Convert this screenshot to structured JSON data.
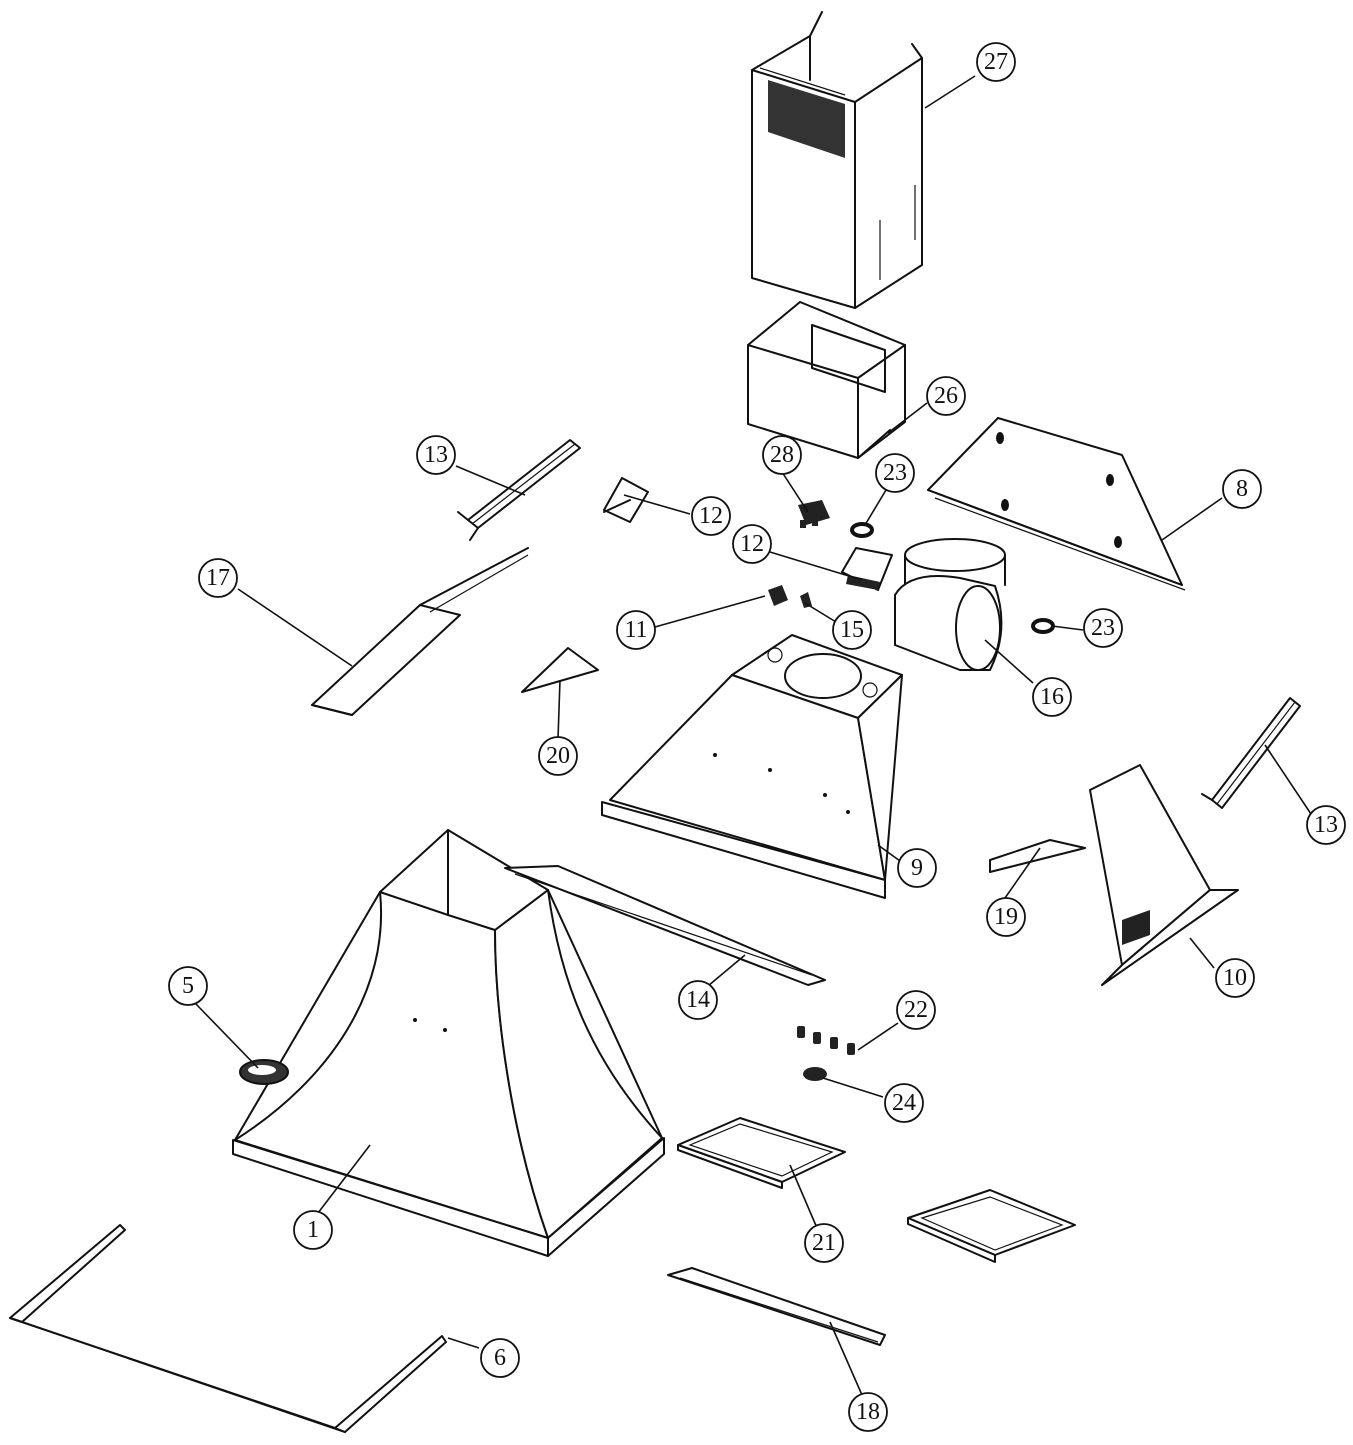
{
  "callouts": [
    {
      "id": "c27",
      "label": "27"
    },
    {
      "id": "c26",
      "label": "26"
    },
    {
      "id": "c13a",
      "label": "13"
    },
    {
      "id": "c12a",
      "label": "12"
    },
    {
      "id": "c28",
      "label": "28"
    },
    {
      "id": "c23a",
      "label": "23"
    },
    {
      "id": "c8",
      "label": "8"
    },
    {
      "id": "c17",
      "label": "17"
    },
    {
      "id": "c12b",
      "label": "12"
    },
    {
      "id": "c11",
      "label": "11"
    },
    {
      "id": "c15",
      "label": "15"
    },
    {
      "id": "c23b",
      "label": "23"
    },
    {
      "id": "c16",
      "label": "16"
    },
    {
      "id": "c20",
      "label": "20"
    },
    {
      "id": "c13b",
      "label": "13"
    },
    {
      "id": "c9",
      "label": "9"
    },
    {
      "id": "c19",
      "label": "19"
    },
    {
      "id": "c10",
      "label": "10"
    },
    {
      "id": "c5",
      "label": "5"
    },
    {
      "id": "c14",
      "label": "14"
    },
    {
      "id": "c22",
      "label": "22"
    },
    {
      "id": "c24",
      "label": "24"
    },
    {
      "id": "c1",
      "label": "1"
    },
    {
      "id": "c21",
      "label": "21"
    },
    {
      "id": "c6",
      "label": "6"
    },
    {
      "id": "c18",
      "label": "18"
    }
  ]
}
